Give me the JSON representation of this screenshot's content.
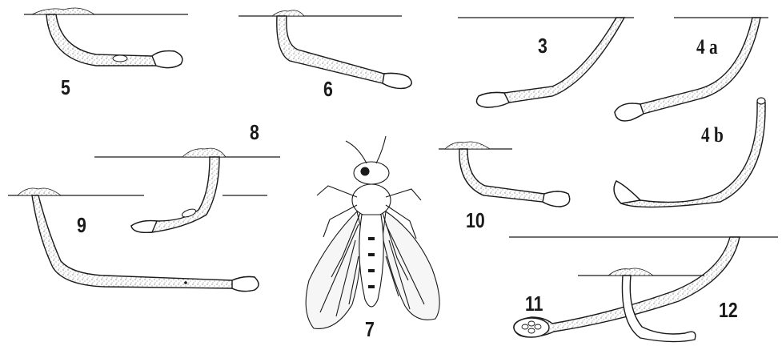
{
  "figure": {
    "labels": {
      "l3": "3",
      "l4a": "4 a",
      "l4b": "4 b",
      "l5": "5",
      "l6": "6",
      "l7": "7",
      "l8": "8",
      "l9": "9",
      "l10": "10",
      "l11": "11",
      "l12": "12"
    },
    "ink_color": "#1a1a1a",
    "stipple_color": "#555555",
    "background": "#ffffff"
  }
}
